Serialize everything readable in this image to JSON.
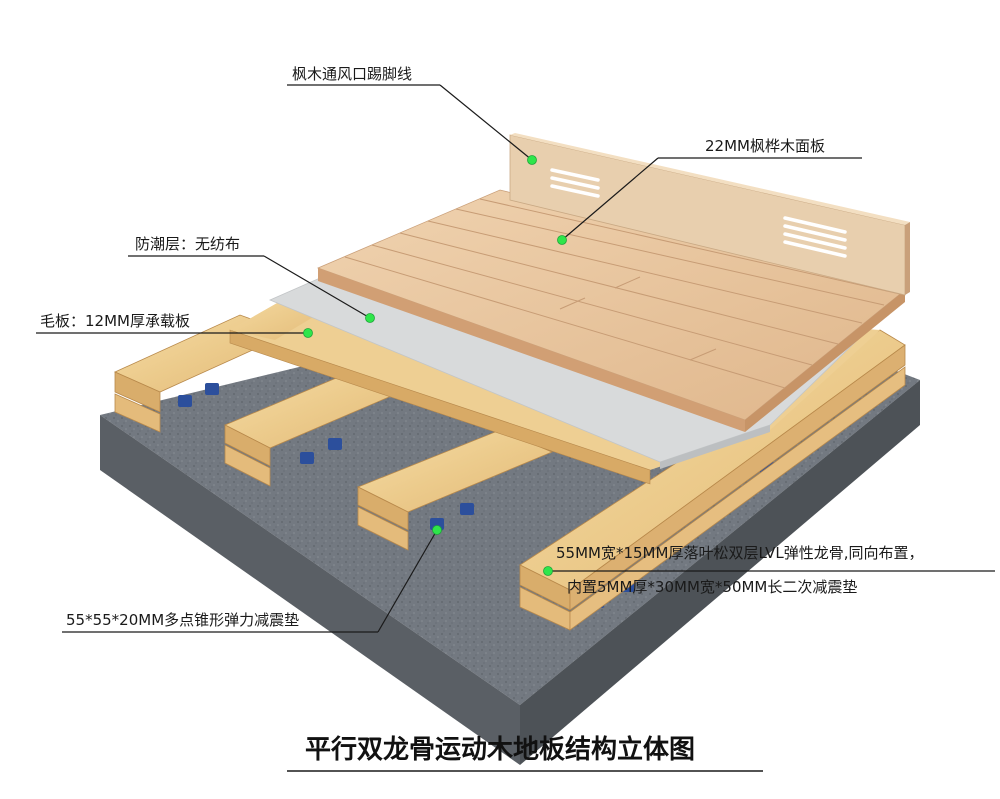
{
  "title": "平行双龙骨运动木地板结构立体图",
  "labels": {
    "baseboard": "枫木通风口踢脚线",
    "surface": "22MM枫桦木面板",
    "moisture": "防潮层：无纺布",
    "subfloor": "毛板：12MM厚承载板",
    "joist_line1": "55MM宽*15MM厚落叶松双层LVL弹性龙骨,同向布置，",
    "joist_line2": "内置5MM厚*30MM宽*50MM长二次减震垫",
    "pad": "55*55*20MM多点锥形弹力减震垫"
  },
  "colors": {
    "concrete": "#6f757c",
    "concrete_side": "#565b61",
    "wood_light": "#f1d49a",
    "wood_mid": "#e6c07d",
    "wood_dark": "#c99a55",
    "panel_top": "#e9c9a2",
    "panel_side": "#d6a97d",
    "membrane": "#d9dbdc",
    "pad_blue": "#2c4f9c",
    "callout_dot": "#2ee64a"
  }
}
